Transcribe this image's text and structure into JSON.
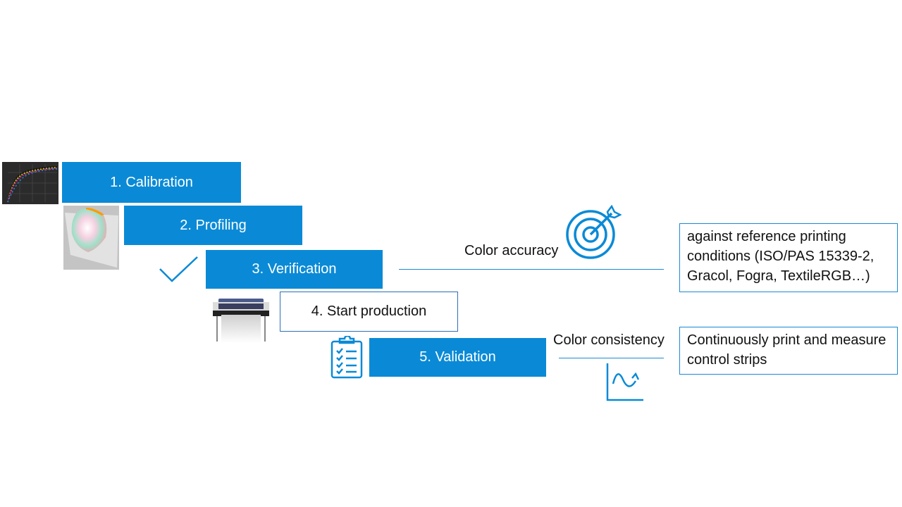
{
  "steps": [
    {
      "label": "1. Calibration"
    },
    {
      "label": "2. Profiling"
    },
    {
      "label": "3. Verification"
    },
    {
      "label": "4. Start production"
    },
    {
      "label": "5. Validation"
    }
  ],
  "accuracy": {
    "label": "Color accuracy",
    "note": "against reference printing conditions (ISO/PAS 15339-2, Gracol, Fogra, TextileRGB…)",
    "icon": "target-icon"
  },
  "consistency": {
    "label": "Color consistency",
    "note": "Continuously print and measure control strips",
    "icon": "wave-chart-icon"
  },
  "colors": {
    "accent": "#0a8ad6"
  }
}
